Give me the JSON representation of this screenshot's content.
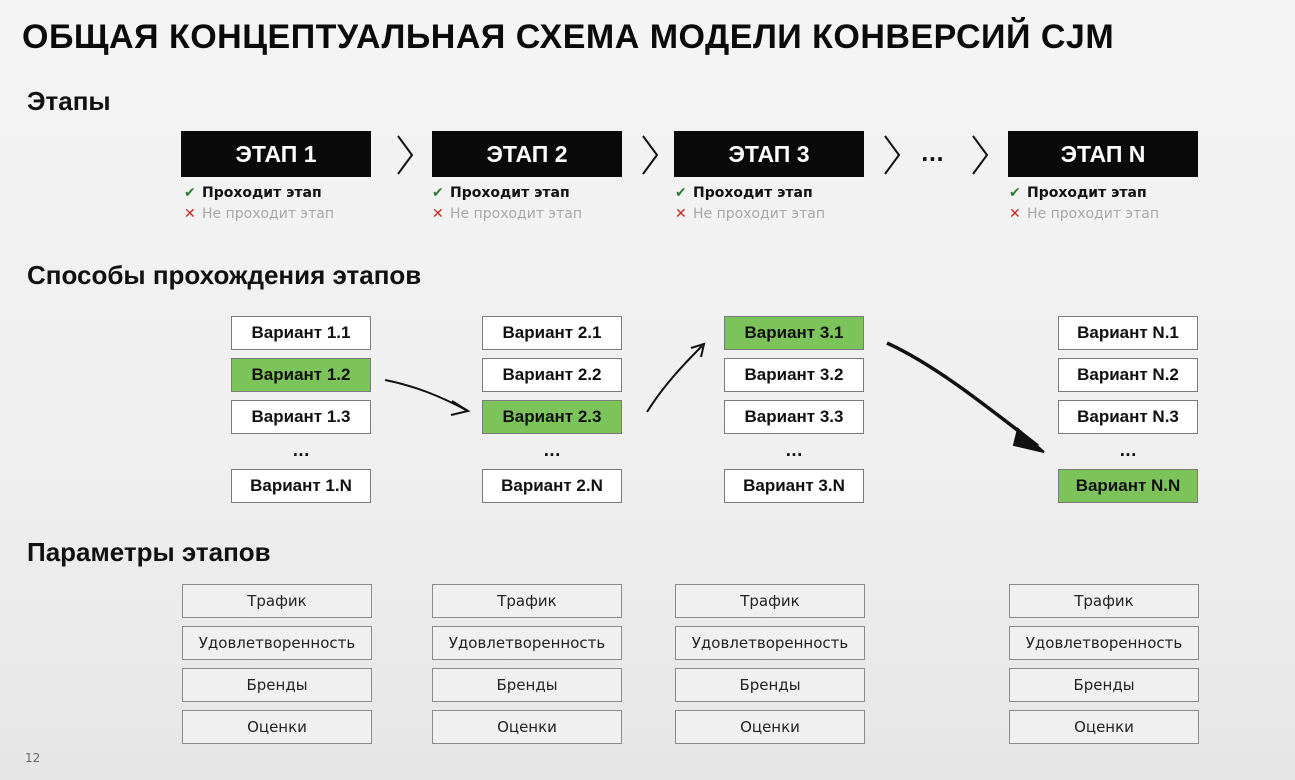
{
  "title": "ОБЩАЯ КОНЦЕПТУАЛЬНАЯ СХЕМА МОДЕЛИ КОНВЕРСИЙ CJM",
  "sections": {
    "stages": "Этапы",
    "ways": "Способы прохождения этапов",
    "params": "Параметры этапов"
  },
  "stage_ellipsis": "...",
  "pass_mark": "✔",
  "fail_mark": "✕",
  "stages": [
    {
      "label": "ЭТАП 1",
      "pass": "Проходит этап",
      "fail": "Не проходит этап"
    },
    {
      "label": "ЭТАП 2",
      "pass": "Проходит этап",
      "fail": "Не проходит этап"
    },
    {
      "label": "ЭТАП 3",
      "pass": "Проходит этап",
      "fail": "Не проходит этап"
    },
    {
      "label": "ЭТАП N",
      "pass": "Проходит этап",
      "fail": "Не проходит этап"
    }
  ],
  "variant_columns": [
    {
      "v1": "Вариант 1.1",
      "v2": "Вариант 1.2",
      "v3": "Вариант 1.3",
      "dots": "...",
      "vn": "Вариант 1.N",
      "selected": "Вариант 1.2"
    },
    {
      "v1": "Вариант 2.1",
      "v2": "Вариант 2.2",
      "v3": "Вариант 2.3",
      "dots": "...",
      "vn": "Вариант 2.N",
      "selected": "Вариант 2.3"
    },
    {
      "v1": "Вариант 3.1",
      "v2": "Вариант 3.2",
      "v3": "Вариант 3.3",
      "dots": "...",
      "vn": "Вариант 3.N",
      "selected": "Вариант 3.1"
    },
    {
      "v1": "Вариант N.1",
      "v2": "Вариант N.2",
      "v3": "Вариант N.3",
      "dots": "...",
      "vn": "Вариант N.N",
      "selected": "Вариант N.N"
    }
  ],
  "params": [
    "Трафик",
    "Удовлетворенность",
    "Бренды",
    "Оценки"
  ],
  "page_number": "12",
  "colors": {
    "stage_bg": "#0a0a0a",
    "selected_variant": "#7cc45a",
    "pass_check": "#2e7d32",
    "fail_cross": "#c62828"
  }
}
